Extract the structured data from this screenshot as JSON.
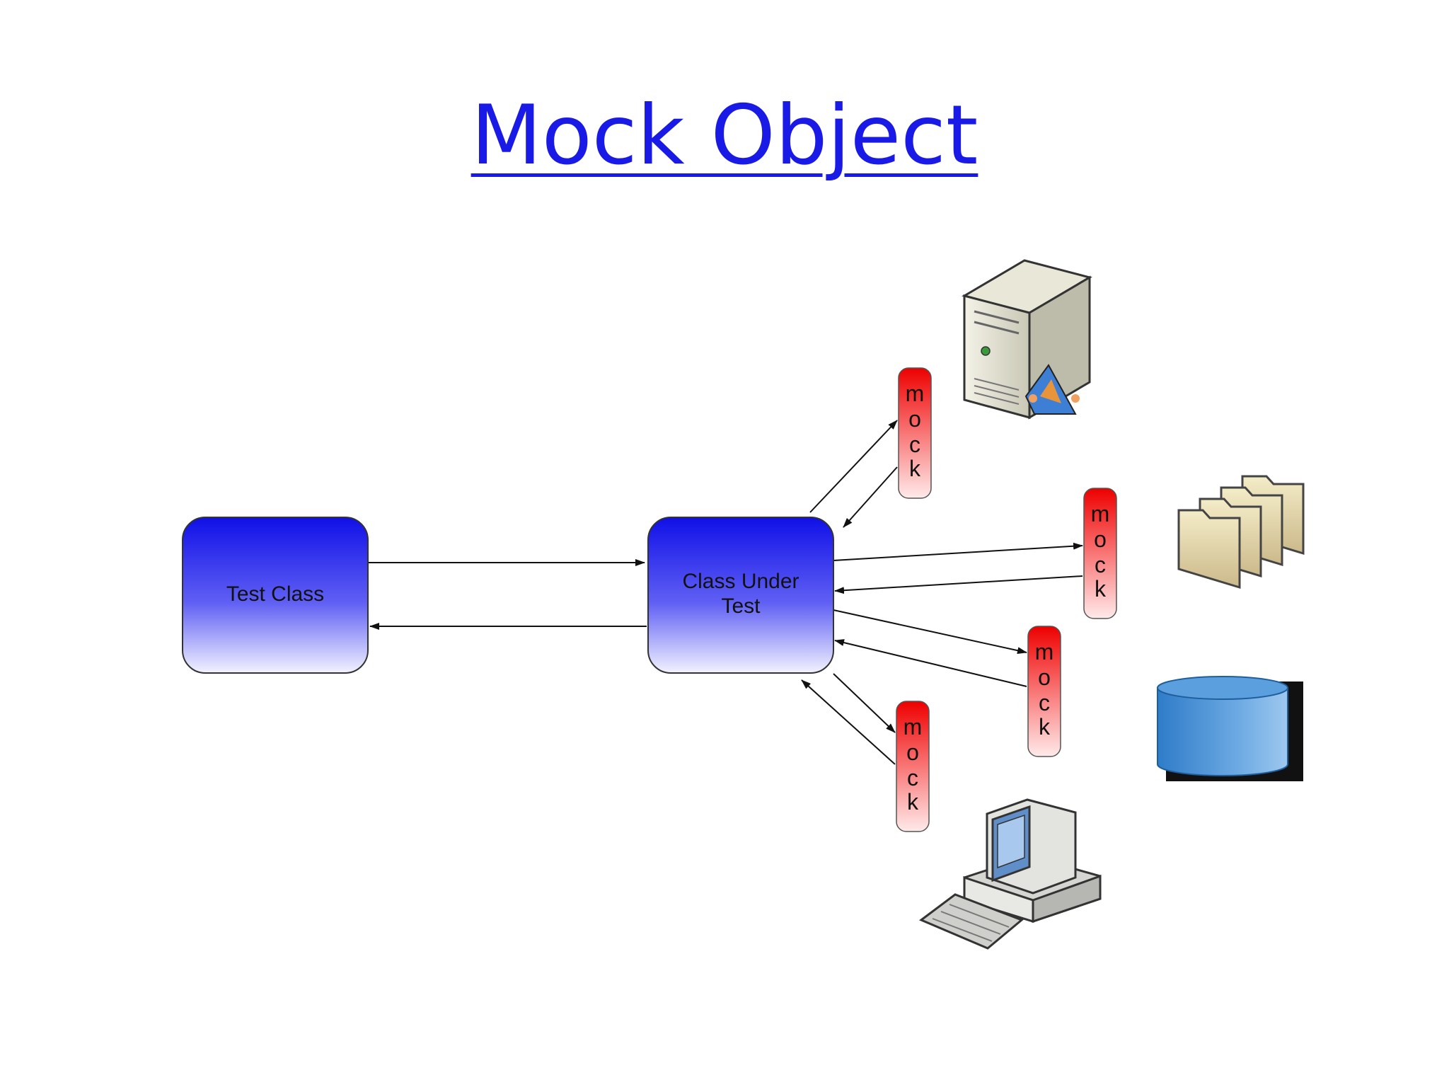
{
  "title": "Mock Object",
  "nodes": {
    "test_class": "Test Class",
    "class_under_test_line1": "Class Under",
    "class_under_test_line2": "Test"
  },
  "mock_label": [
    "m",
    "o",
    "c",
    "k"
  ],
  "resources": {
    "server": "server-icon",
    "files": "folders-icon",
    "database": "database-icon",
    "workstation": "computer-icon"
  },
  "colors": {
    "title_link": "#1a1ae6",
    "node_top": "#1010e8",
    "node_bottom": "#f2f2ff",
    "mock_top": "#ee0000",
    "mock_bottom": "#ffeaea",
    "database": "#3b88d0"
  }
}
